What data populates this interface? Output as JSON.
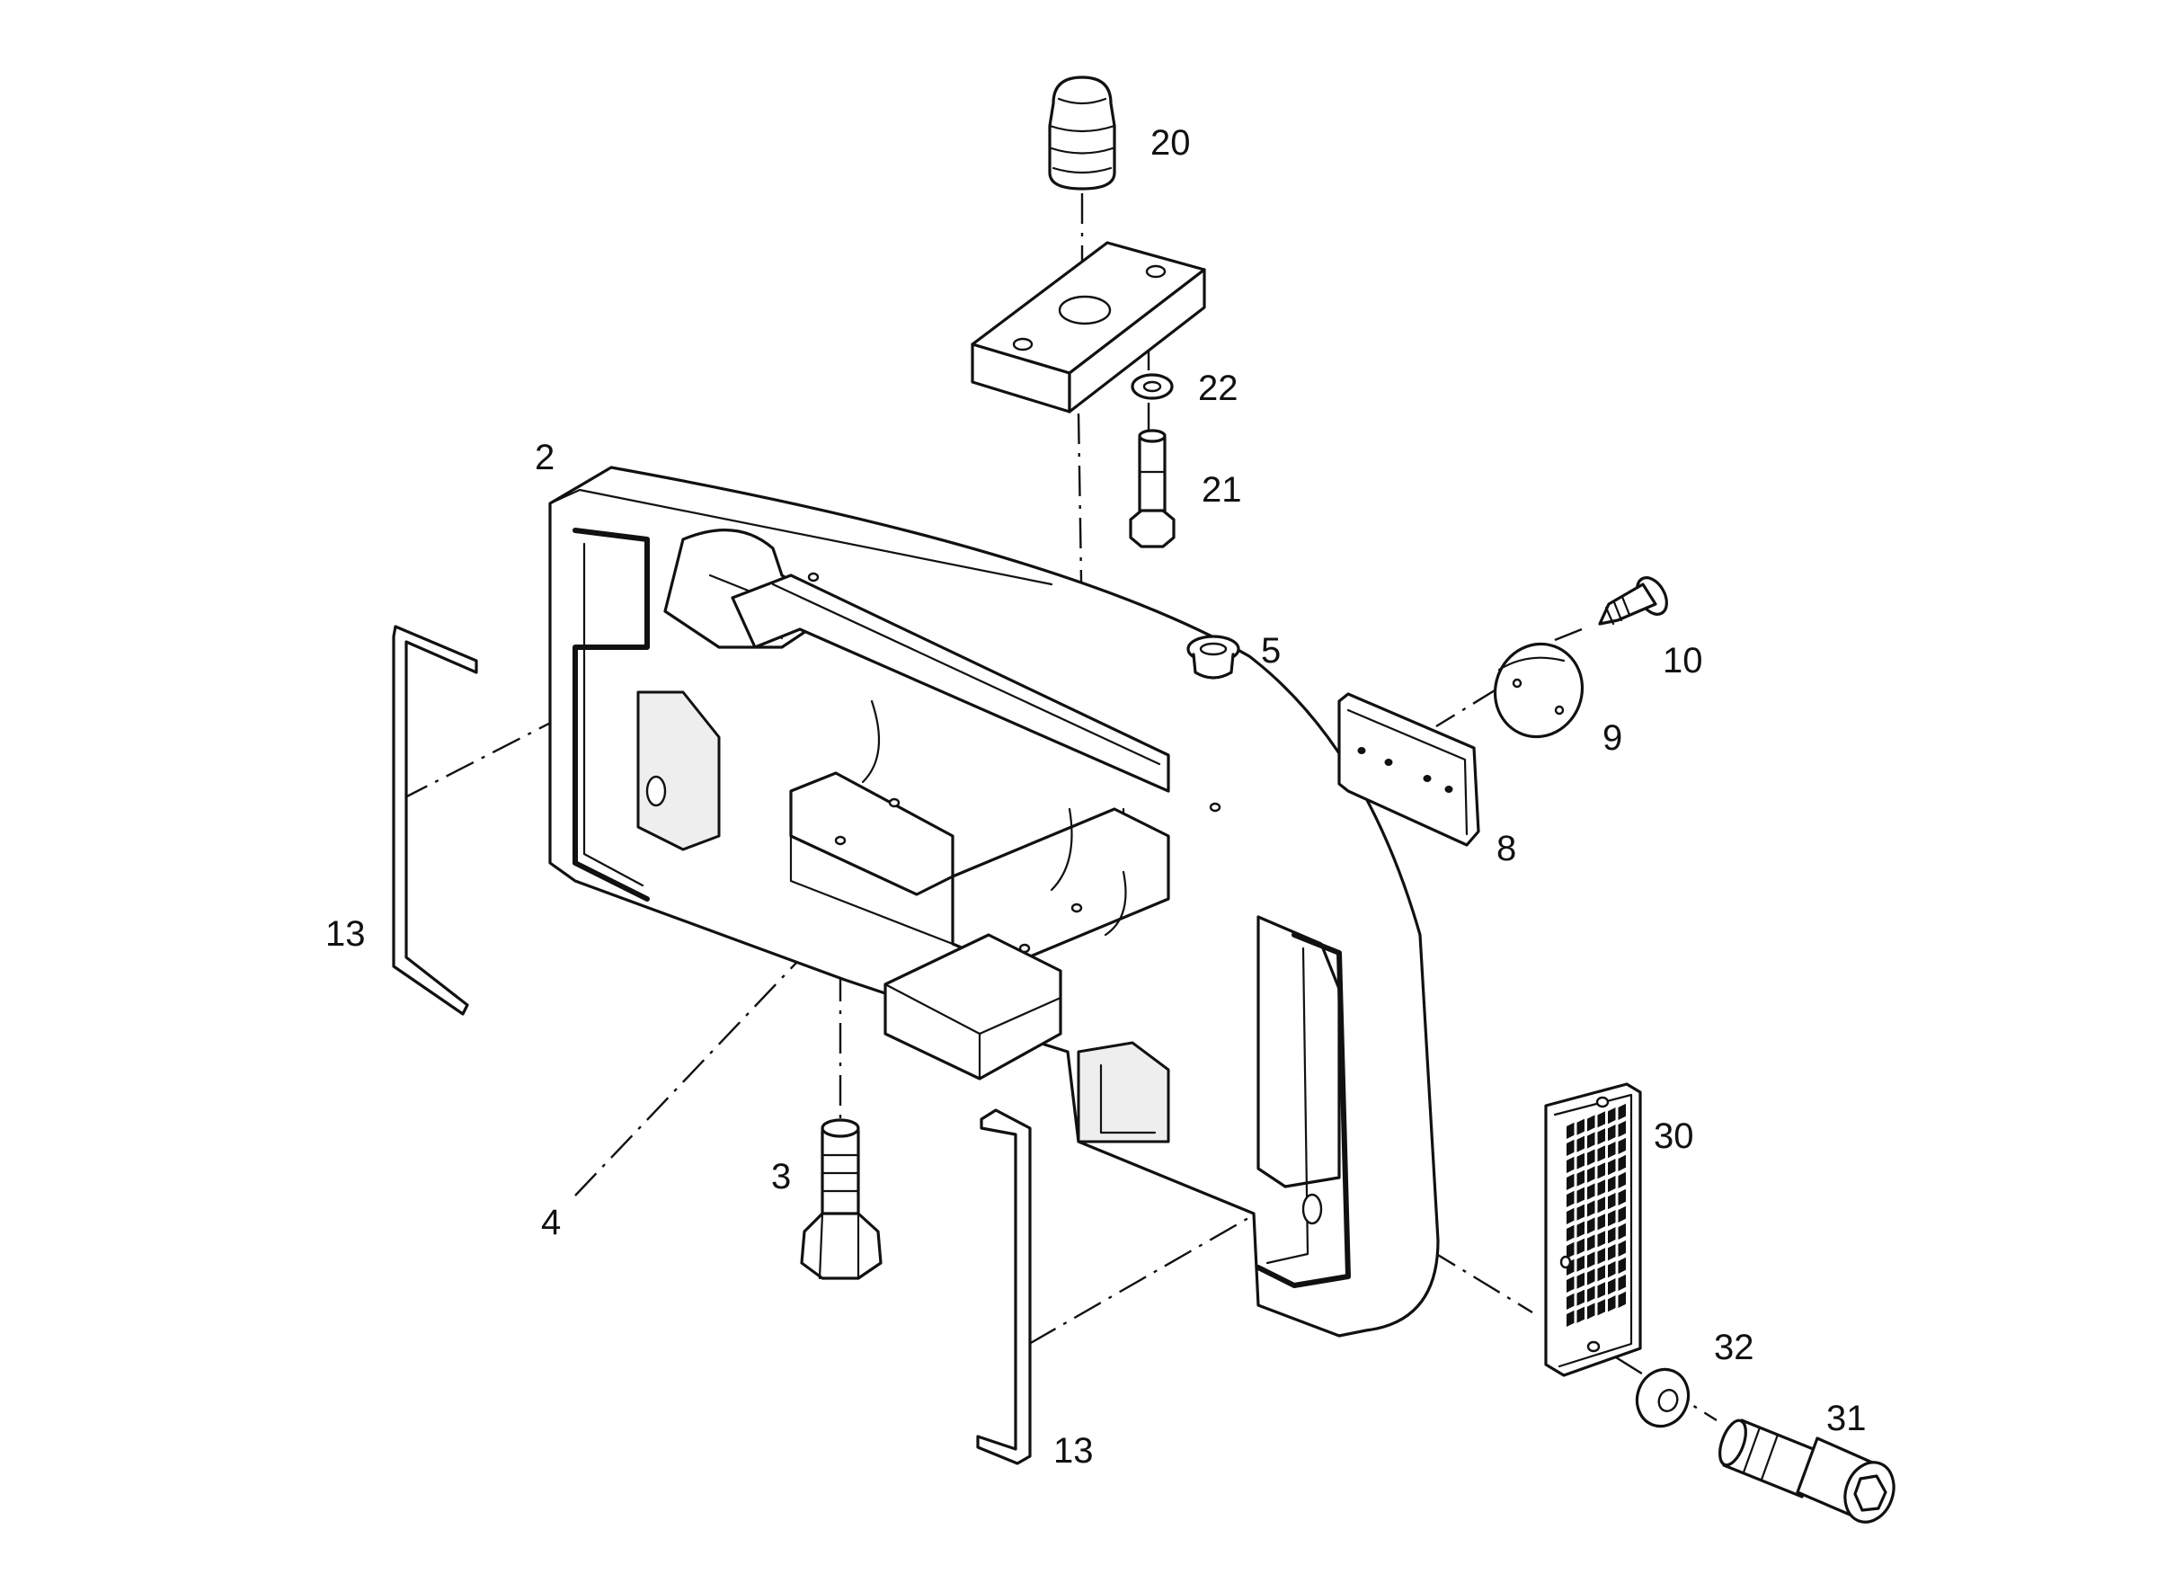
{
  "callouts": {
    "c20": "20",
    "c22": "22",
    "c21": "21",
    "c2": "2",
    "c5": "5",
    "c10": "10",
    "c9": "9",
    "c8": "8",
    "c13_left": "13",
    "c30": "30",
    "c3": "3",
    "c4": "4",
    "c32": "32",
    "c31": "31",
    "c13_bottom": "13"
  },
  "colors": {
    "ink": "#111111",
    "paper": "#ffffff"
  }
}
